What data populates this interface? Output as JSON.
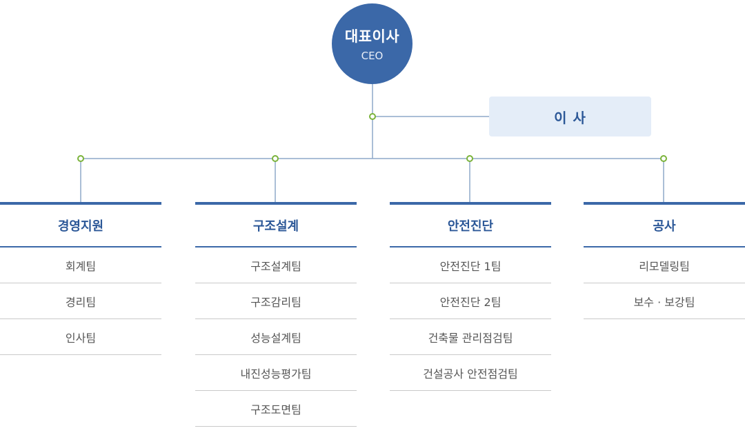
{
  "ceo": {
    "title": "대표이사",
    "subtitle": "CEO"
  },
  "director": {
    "label": "이 사"
  },
  "departments": [
    {
      "name": "경영지원",
      "teams": [
        "회계팀",
        "경리팀",
        "인사팀"
      ]
    },
    {
      "name": "구조설계",
      "teams": [
        "구조설계팀",
        "구조감리팀",
        "성능설계팀",
        "내진성능평가팀",
        "구조도면팀"
      ]
    },
    {
      "name": "안전진단",
      "teams": [
        "안전진단 1팀",
        "안전진단 2팀",
        "건축물 관리점검팀",
        "건설공사 안전점검팀"
      ]
    },
    {
      "name": "공사",
      "teams": [
        "리모델링팀",
        "보수 · 보강팀"
      ]
    }
  ],
  "colors": {
    "primary": "#3b68a8",
    "director_bg": "#e4edf8",
    "node_dot": "#7ab33a",
    "line": "#8ea8c8",
    "divider": "#c9c9c9"
  }
}
